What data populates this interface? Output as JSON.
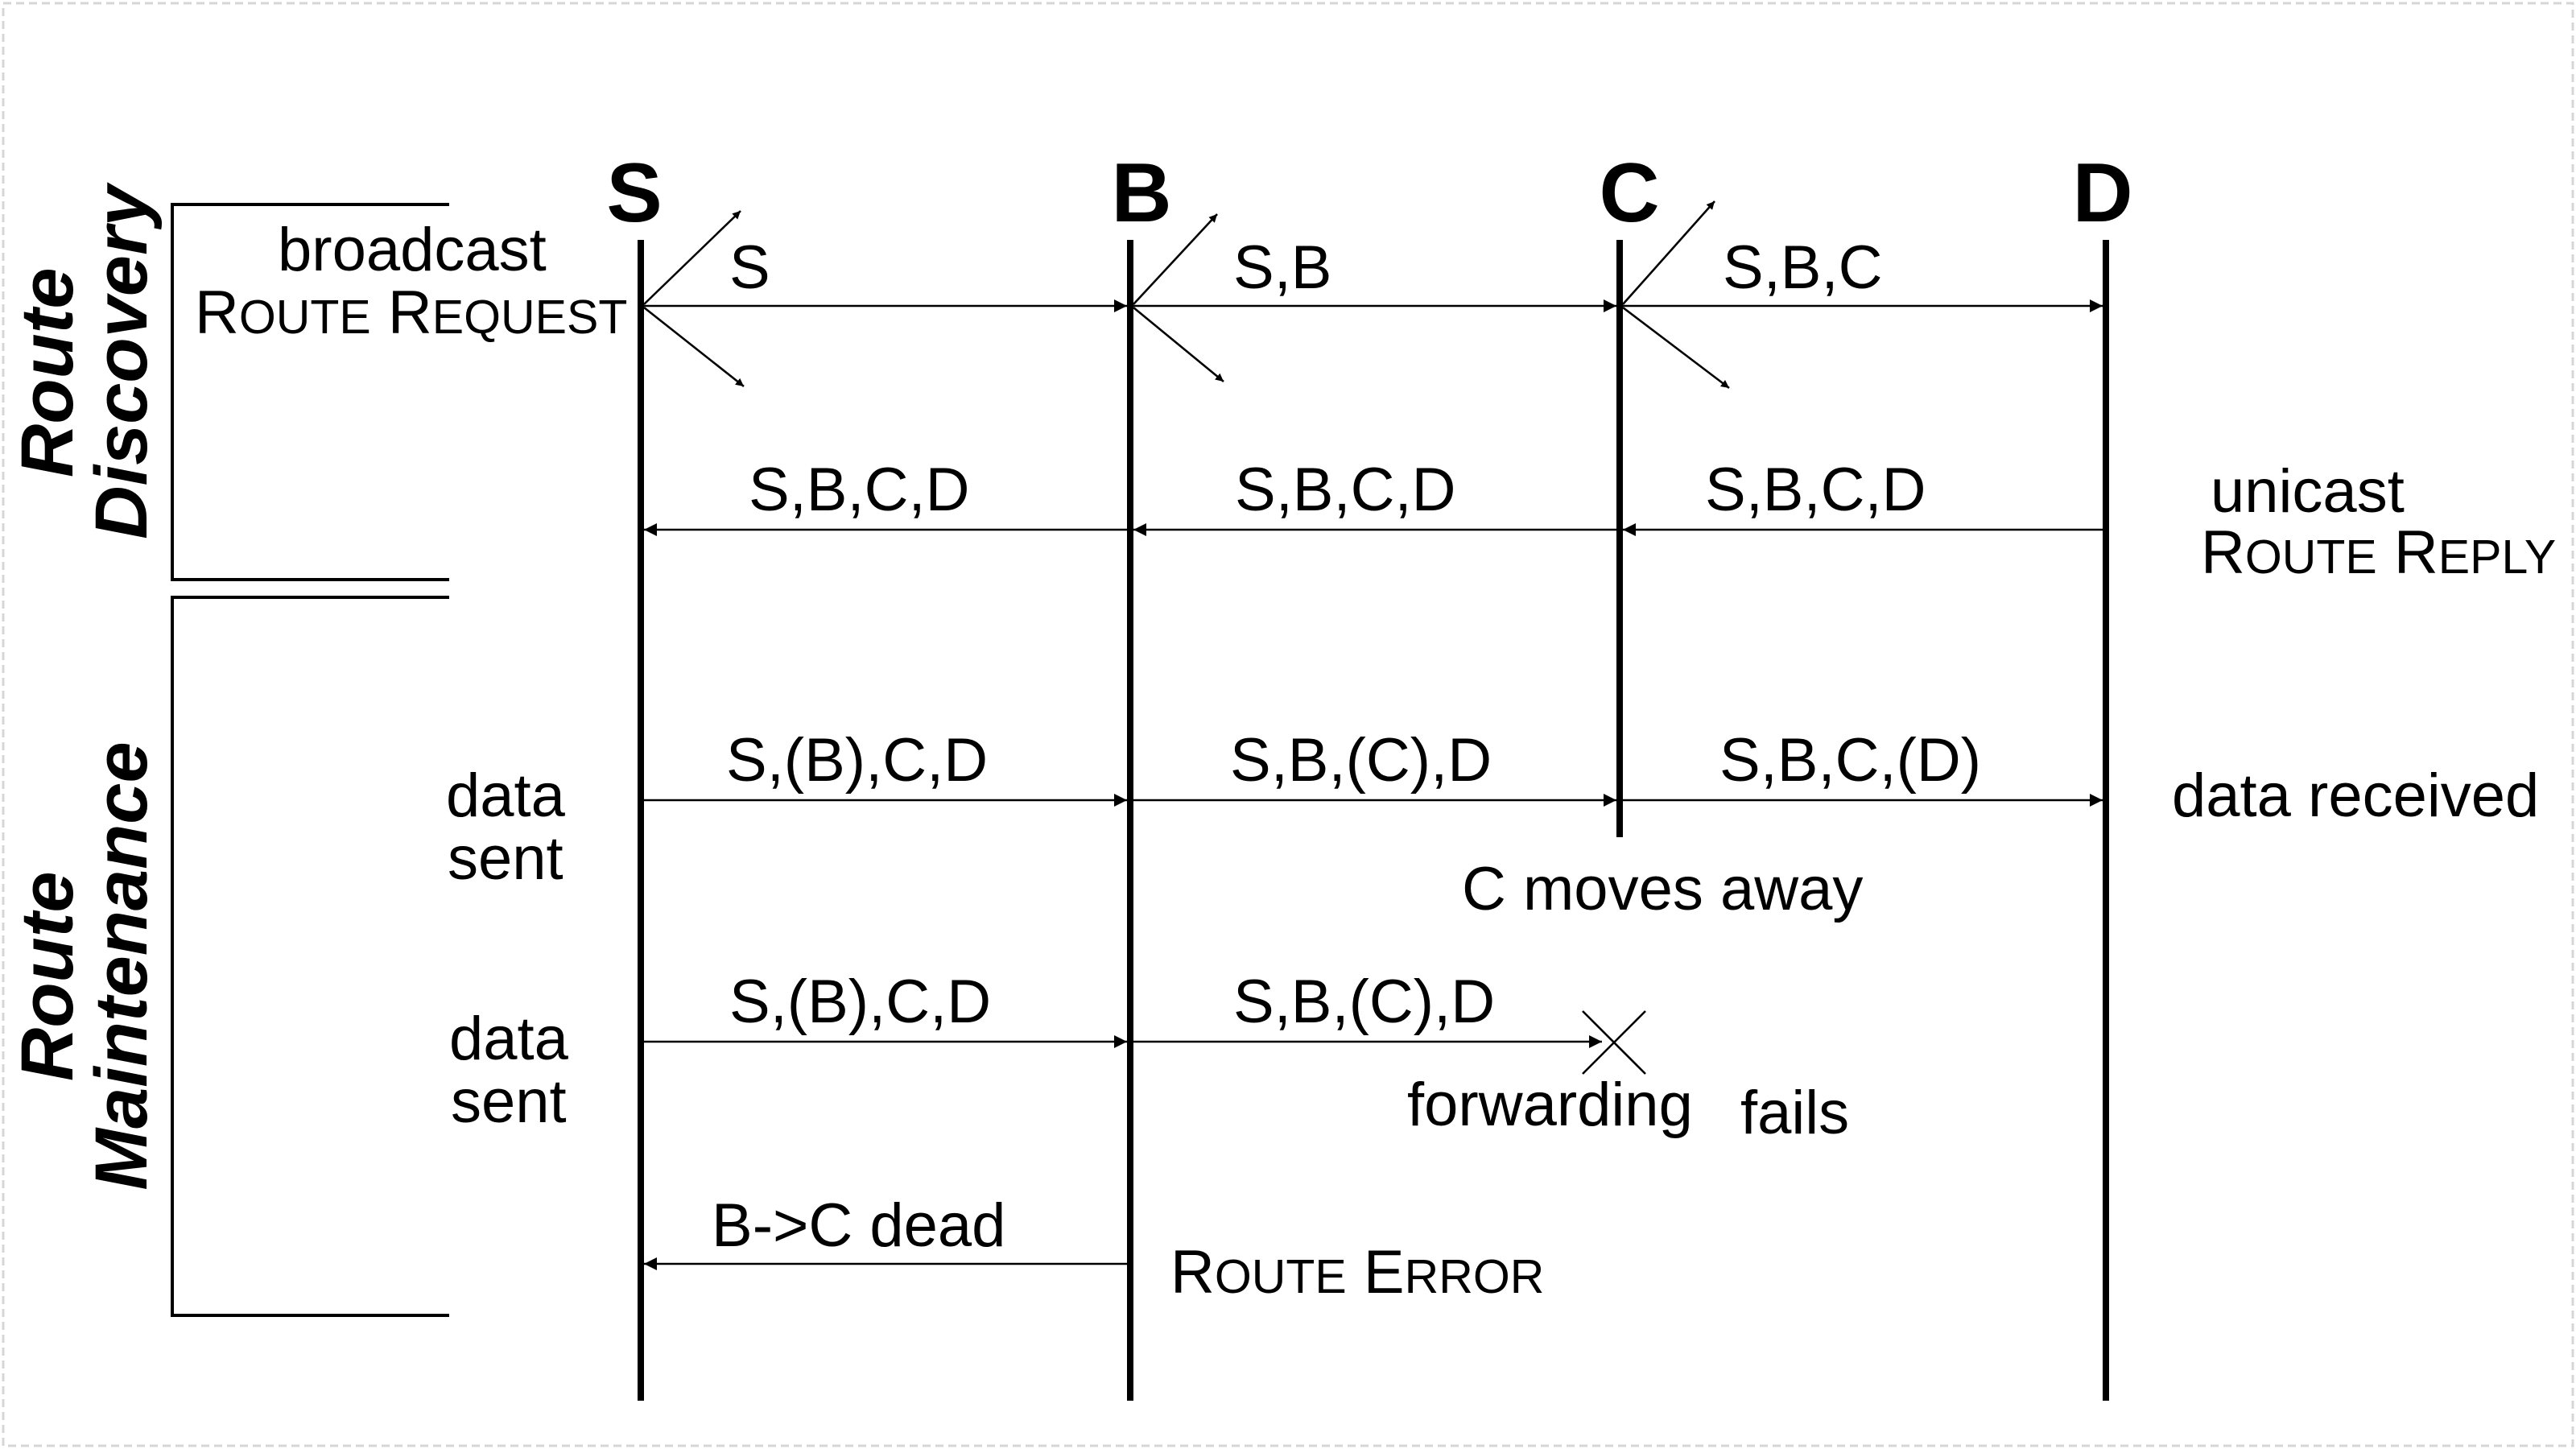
{
  "nodes": [
    "S",
    "B",
    "C",
    "D"
  ],
  "phases": {
    "discovery": [
      "Route",
      "Discovery"
    ],
    "maintenance": [
      "Route",
      "Maintenance"
    ]
  },
  "request": {
    "label_line1": "broadcast",
    "label_line2": "Route Request",
    "hops": [
      "S",
      "S,B",
      "S,B,C"
    ]
  },
  "reply": {
    "label_line1": "unicast",
    "label_line2": "Route Reply",
    "hops": [
      "S,B,C,D",
      "S,B,C,D",
      "S,B,C,D"
    ]
  },
  "data_success": {
    "label_line1": "data",
    "label_line2": "sent",
    "hops": [
      "S,(B),C,D",
      "S,B,(C),D",
      "S,B,C,(D)"
    ],
    "received": "data received",
    "note": "C moves away"
  },
  "data_failure": {
    "label_line1": "data",
    "label_line2": "sent",
    "hops": [
      "S,(B),C,D",
      "S,B,(C),D"
    ],
    "fail_word1": "forwarding",
    "fail_word2": "fails"
  },
  "error": {
    "hop": "B->C dead",
    "label": "Route Error"
  }
}
